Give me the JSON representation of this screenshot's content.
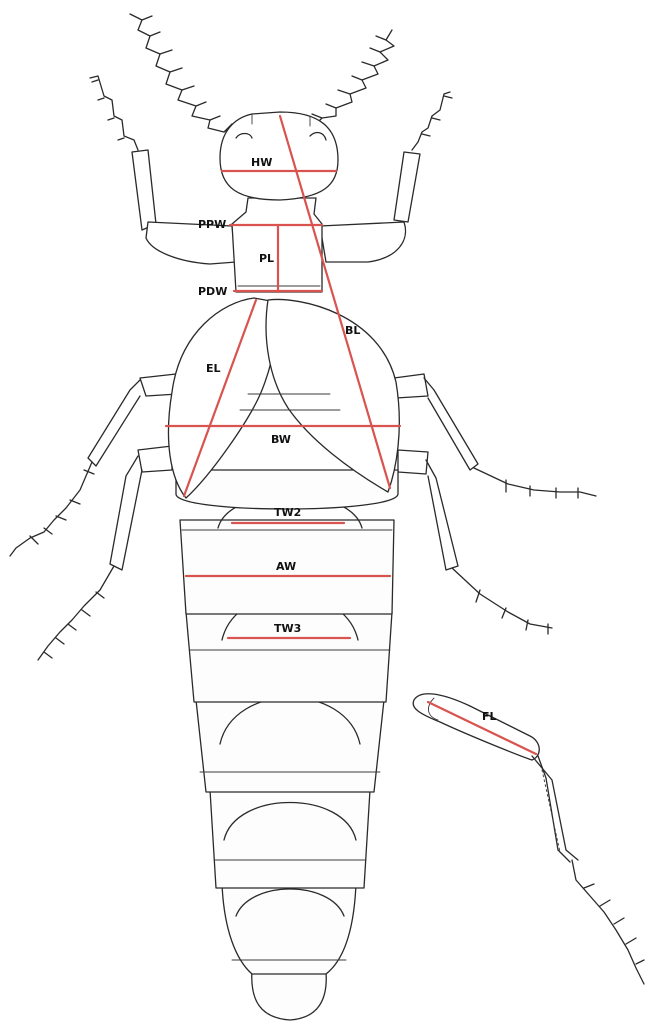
{
  "colors": {
    "measurement_line": "#d9534f",
    "outline": "#2a2a2a",
    "background": "#ffffff"
  },
  "labels": {
    "hw": "HW",
    "ppw": "PPW",
    "pl": "PL",
    "pdw": "PDW",
    "el": "EL",
    "bl": "BL",
    "bw": "BW",
    "tw2": "TW2",
    "aw": "AW",
    "tw3": "TW3",
    "fl": "FL"
  }
}
